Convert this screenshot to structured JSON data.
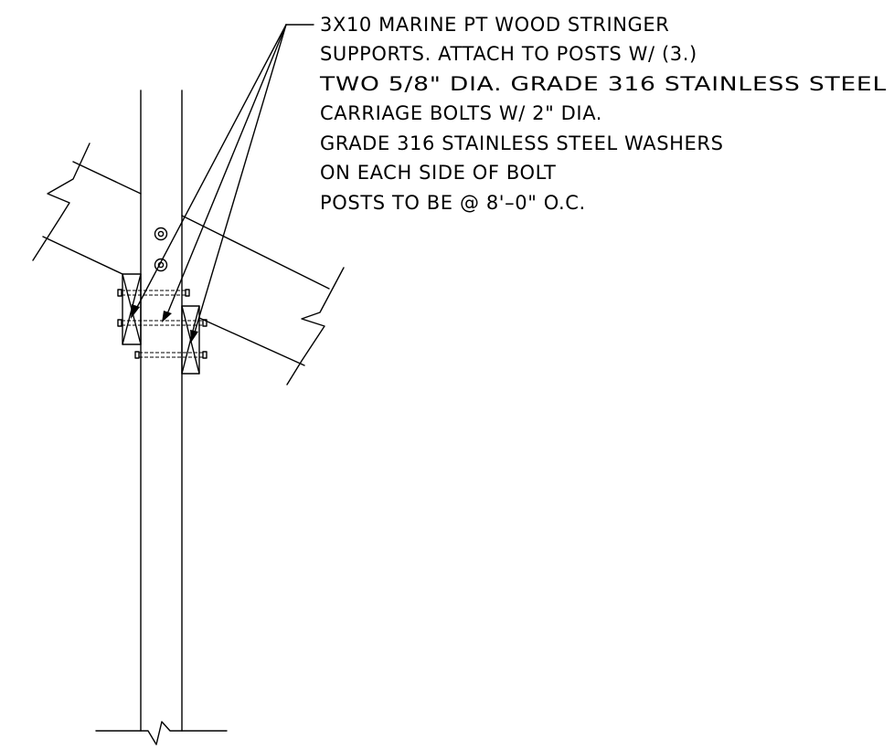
{
  "note": {
    "lines": [
      "3X10 MARINE PT WOOD STRINGER",
      "SUPPORTS. ATTACH TO POSTS W/ (3.)",
      "TWO 5/8\" DIA. GRADE 316 STAINLESS STEEL",
      "CARRIAGE BOLTS W/ 2\" DIA.",
      "GRADE 316 STAINLESS STEEL WASHERS",
      "ON EACH SIDE OF BOLT",
      "POSTS TO BE @ 8'–0\" O.C."
    ]
  },
  "colors": {
    "line": "#000000",
    "background": "#ffffff"
  }
}
